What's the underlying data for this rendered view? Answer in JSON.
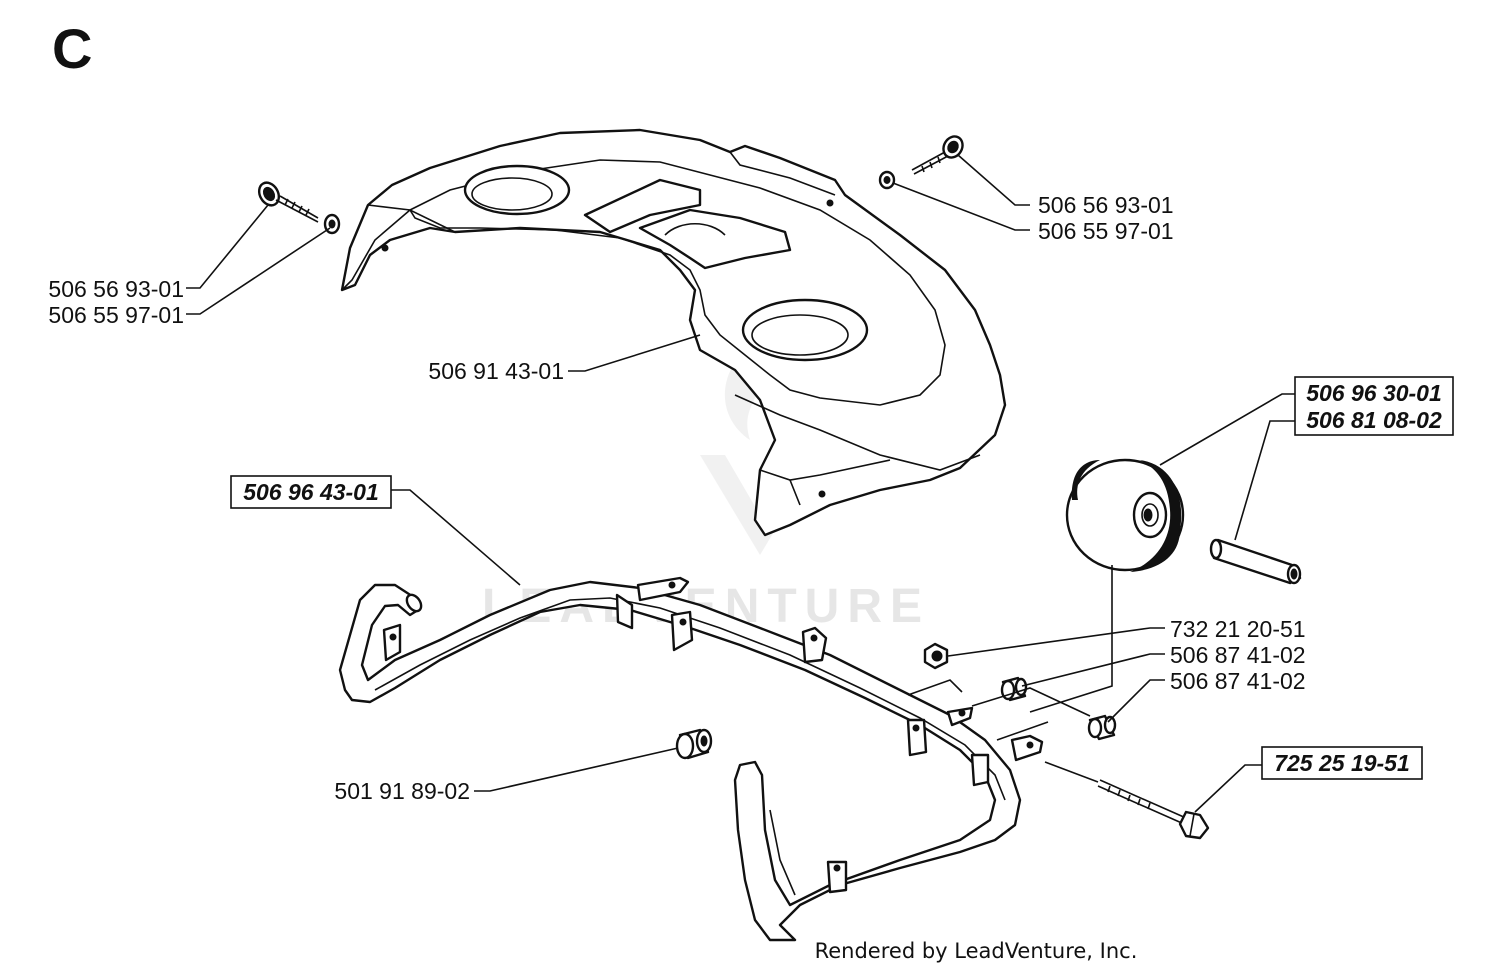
{
  "section_letter": "C",
  "watermark": "LEADVENTURE",
  "footer": "Rendered by LeadVenture, Inc.",
  "labels": {
    "screw_left": "506 56 93-01",
    "washer_left": "506 55 97-01",
    "screw_right": "506 56 93-01",
    "washer_right": "506 55 97-01",
    "cover": "506 91 43-01",
    "bumper": "506 96 43-01",
    "wheel_a": "506 96 30-01",
    "wheel_b": "506 81 08-02",
    "nut": "732 21 20-51",
    "spacer_a": "506 87 41-02",
    "spacer_b": "506 87 41-02",
    "bushing": "501 91 89-02",
    "bolt": "725 25 19-51"
  }
}
